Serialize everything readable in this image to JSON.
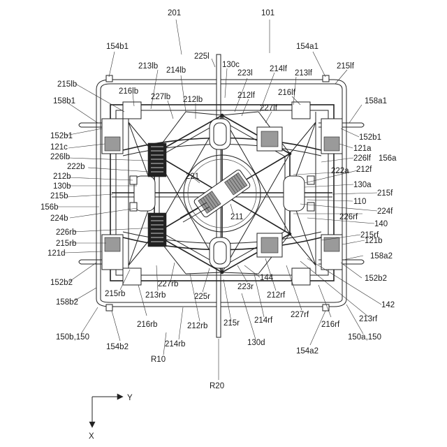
{
  "labels": [
    {
      "id": "201",
      "text": "201"
    },
    {
      "id": "101",
      "text": "101"
    },
    {
      "id": "154b1",
      "text": "154b1"
    },
    {
      "id": "154a1",
      "text": "154a1"
    },
    {
      "id": "225l",
      "text": "225l"
    },
    {
      "id": "213lb",
      "text": "213lb"
    },
    {
      "id": "214lb",
      "text": "214lb"
    },
    {
      "id": "130c",
      "text": "130c"
    },
    {
      "id": "223l",
      "text": "223l"
    },
    {
      "id": "214lf",
      "text": "214lf"
    },
    {
      "id": "213lf",
      "text": "213lf"
    },
    {
      "id": "215lf",
      "text": "215lf"
    },
    {
      "id": "215lb",
      "text": "215lb"
    },
    {
      "id": "216lb",
      "text": "216lb"
    },
    {
      "id": "212lb",
      "text": "212lb"
    },
    {
      "id": "212lf",
      "text": "212lf"
    },
    {
      "id": "216lf",
      "text": "216lf"
    },
    {
      "id": "227lb",
      "text": "227lb"
    },
    {
      "id": "227lf",
      "text": "227lf"
    },
    {
      "id": "158b1",
      "text": "158b1"
    },
    {
      "id": "158a1",
      "text": "158a1"
    },
    {
      "id": "152b1l",
      "text": "152b1"
    },
    {
      "id": "152b1r",
      "text": "152b1"
    },
    {
      "id": "121c",
      "text": "121c"
    },
    {
      "id": "121a",
      "text": "121a"
    },
    {
      "id": "226lb",
      "text": "226lb"
    },
    {
      "id": "226lf",
      "text": "226lf"
    },
    {
      "id": "156a",
      "text": "156a"
    },
    {
      "id": "222b",
      "text": "222b"
    },
    {
      "id": "222a",
      "text": "222a"
    },
    {
      "id": "212b",
      "text": "212b"
    },
    {
      "id": "212f",
      "text": "212f"
    },
    {
      "id": "221",
      "text": "221"
    },
    {
      "id": "130b",
      "text": "130b"
    },
    {
      "id": "130a",
      "text": "130a"
    },
    {
      "id": "215b",
      "text": "215b"
    },
    {
      "id": "215f",
      "text": "215f"
    },
    {
      "id": "156b",
      "text": "156b"
    },
    {
      "id": "110",
      "text": "110"
    },
    {
      "id": "224b",
      "text": "224b"
    },
    {
      "id": "224f",
      "text": "224f"
    },
    {
      "id": "211",
      "text": "211"
    },
    {
      "id": "226rf",
      "text": "226rf"
    },
    {
      "id": "140",
      "text": "140"
    },
    {
      "id": "226rb",
      "text": "226rb"
    },
    {
      "id": "215rf",
      "text": "215rf"
    },
    {
      "id": "215rb",
      "text": "215rb"
    },
    {
      "id": "121b",
      "text": "121b"
    },
    {
      "id": "121d",
      "text": "121d"
    },
    {
      "id": "158a2",
      "text": "158a2"
    },
    {
      "id": "152b2l",
      "text": "152b2"
    },
    {
      "id": "152b2r",
      "text": "152b2"
    },
    {
      "id": "144",
      "text": "144"
    },
    {
      "id": "215rb2",
      "text": "215rb"
    },
    {
      "id": "213rb",
      "text": "213rb"
    },
    {
      "id": "227rb",
      "text": "227rb"
    },
    {
      "id": "225r",
      "text": "225r"
    },
    {
      "id": "223r",
      "text": "223r"
    },
    {
      "id": "212rf",
      "text": "212rf"
    },
    {
      "id": "158b2",
      "text": "158b2"
    },
    {
      "id": "142",
      "text": "142"
    },
    {
      "id": "227rf",
      "text": "227rf"
    },
    {
      "id": "213rf",
      "text": "213rf"
    },
    {
      "id": "216rb",
      "text": "216rb"
    },
    {
      "id": "212rb",
      "text": "212rb"
    },
    {
      "id": "215r",
      "text": "215r"
    },
    {
      "id": "214rf",
      "text": "214rf"
    },
    {
      "id": "216rf",
      "text": "216rf"
    },
    {
      "id": "150b150",
      "text": "150b,150"
    },
    {
      "id": "214rb",
      "text": "214rb"
    },
    {
      "id": "130d",
      "text": "130d"
    },
    {
      "id": "150a150",
      "text": "150a,150"
    },
    {
      "id": "154b2",
      "text": "154b2"
    },
    {
      "id": "154a2",
      "text": "154a2"
    },
    {
      "id": "R10",
      "text": "R10"
    },
    {
      "id": "R20",
      "text": "R20"
    }
  ],
  "axes": {
    "y_label": "Y",
    "x_label": "X"
  }
}
